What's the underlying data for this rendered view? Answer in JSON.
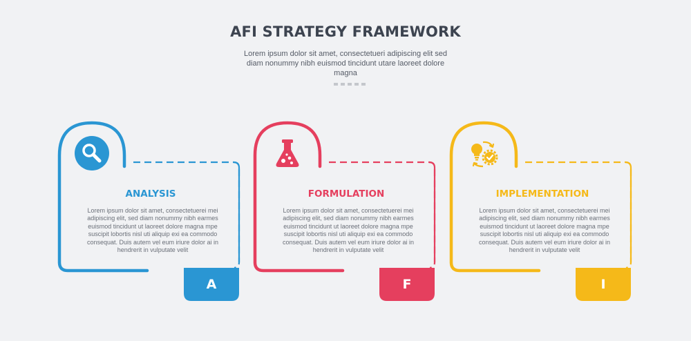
{
  "header": {
    "title": "AFI STRATEGY FRAMEWORK",
    "subtitle": "Lorem ipsum dolor sit amet, consectetueri adipiscing elit sed diam nonummy nibh euismod tincidunt utare laoreet dolore magna"
  },
  "cards": [
    {
      "heading": "ANALYSIS",
      "letter": "A",
      "color": "#2a96d3",
      "icon": "magnifier-icon",
      "body": "Lorem ipsum dolor sit amet, consectetuerei mei adipiscing elit, sed diam nonummy nibh earmes euismod tincidunt ut laoreet dolore magna mpe suscipit lobortis nisl uti aliquip exi ea commodo consequat. Duis autem vel eum iriure dolor ai in hendrerit in vulputate velit"
    },
    {
      "heading": "FORMULATION",
      "letter": "F",
      "color": "#e53f5e",
      "icon": "flask-icon",
      "body": "Lorem ipsum dolor sit amet, consectetuerei mei adipiscing elit, sed diam nonummy nibh earmes euismod tincidunt ut laoreet dolore magna mpe suscipit lobortis nisl uti aliquip exi ea commodo consequat. Duis autem vel eum iriure dolor ai in hendrerit in vulputate velit"
    },
    {
      "heading": "IMPLEMENTATION",
      "letter": "I",
      "color": "#f5b919",
      "icon": "idea-gear-cycle-icon",
      "body": "Lorem ipsum dolor sit amet, consectetuerei mei adipiscing elit, sed diam nonummy nibh earmes euismod tincidunt ut laoreet dolore magna mpe suscipit lobortis nisl uti aliquip exi ea commodo consequat. Duis autem vel eum iriure dolor ai in hendrerit in vulputate velit"
    }
  ]
}
